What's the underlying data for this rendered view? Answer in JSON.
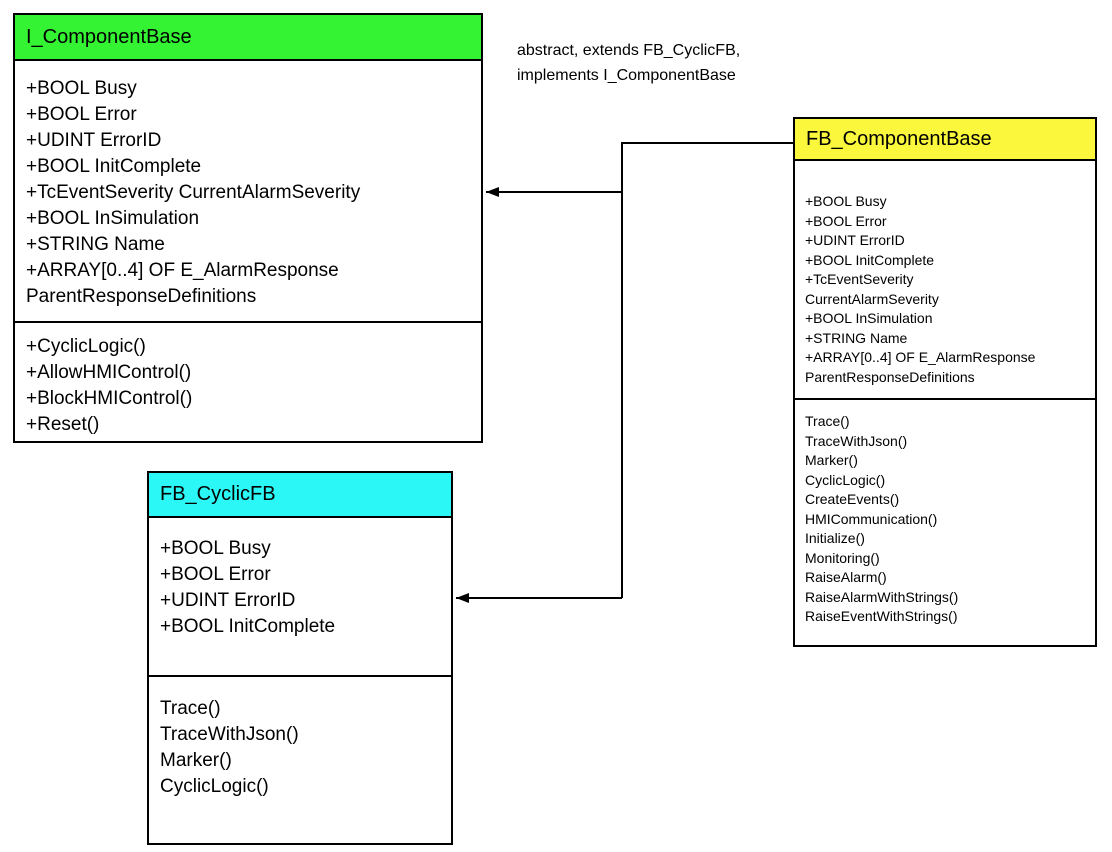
{
  "annotation": {
    "lines": [
      "abstract, extends FB_CyclicFB,",
      "implements I_ComponentBase"
    ]
  },
  "classes": [
    {
      "title": "I_ComponentBase",
      "header_color": "#33f333",
      "attributes": [
        "+BOOL Busy",
        "+BOOL Error",
        "+UDINT ErrorID",
        "+BOOL InitComplete",
        "+TcEventSeverity CurrentAlarmSeverity",
        "+BOOL InSimulation",
        "+STRING Name",
        "+ARRAY[0..4] OF E_AlarmResponse",
        "ParentResponseDefinitions"
      ],
      "methods": [
        "+CyclicLogic()",
        "+AllowHMIControl()",
        "+BlockHMIControl()",
        "+Reset()"
      ]
    },
    {
      "title": "FB_ComponentBase",
      "header_color": "#faf73c",
      "attributes": [
        "+BOOL Busy",
        "+BOOL Error",
        "+UDINT ErrorID",
        "+BOOL InitComplete",
        "+TcEventSeverity",
        "CurrentAlarmSeverity",
        "+BOOL InSimulation",
        "+STRING Name",
        "+ARRAY[0..4] OF E_AlarmResponse",
        "ParentResponseDefinitions"
      ],
      "methods": [
        "Trace()",
        "TraceWithJson()",
        "Marker()",
        "CyclicLogic()",
        "CreateEvents()",
        "HMICommunication()",
        "Initialize()",
        "Monitoring()",
        "RaiseAlarm()",
        "RaiseAlarmWithStrings()",
        "RaiseEventWithStrings()"
      ]
    },
    {
      "title": "FB_CyclicFB",
      "header_color": "#2bf7f7",
      "attributes": [
        "+BOOL Busy",
        "+BOOL Error",
        "+UDINT ErrorID",
        "+BOOL InitComplete"
      ],
      "methods": [
        "Trace()",
        "TraceWithJson()",
        "Marker()",
        "CyclicLogic()"
      ]
    }
  ],
  "colors": {
    "interface_header": "#33f333",
    "component_header": "#faf73c",
    "cyclic_header": "#2bf7f7",
    "line": "#000000",
    "background": "#ffffff"
  }
}
